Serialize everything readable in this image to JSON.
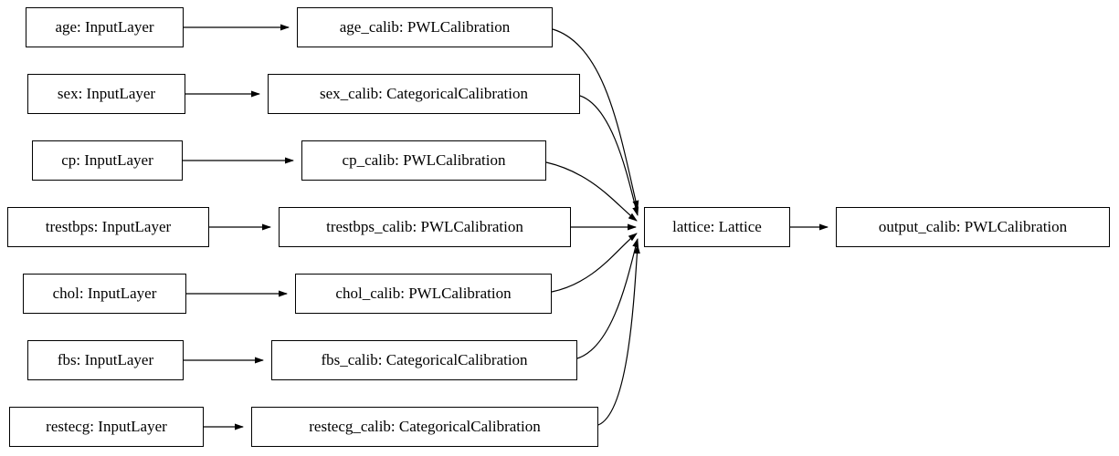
{
  "nodes": {
    "age": {
      "label": "age: InputLayer",
      "type": "InputLayer"
    },
    "age_calib": {
      "label": "age_calib: PWLCalibration",
      "type": "PWLCalibration"
    },
    "sex": {
      "label": "sex: InputLayer",
      "type": "InputLayer"
    },
    "sex_calib": {
      "label": "sex_calib: CategoricalCalibration",
      "type": "CategoricalCalibration"
    },
    "cp": {
      "label": "cp: InputLayer",
      "type": "InputLayer"
    },
    "cp_calib": {
      "label": "cp_calib: PWLCalibration",
      "type": "PWLCalibration"
    },
    "trestbps": {
      "label": "trestbps: InputLayer",
      "type": "InputLayer"
    },
    "trestbps_calib": {
      "label": "trestbps_calib: PWLCalibration",
      "type": "PWLCalibration"
    },
    "chol": {
      "label": "chol: InputLayer",
      "type": "InputLayer"
    },
    "chol_calib": {
      "label": "chol_calib: PWLCalibration",
      "type": "PWLCalibration"
    },
    "fbs": {
      "label": "fbs: InputLayer",
      "type": "InputLayer"
    },
    "fbs_calib": {
      "label": "fbs_calib: CategoricalCalibration",
      "type": "CategoricalCalibration"
    },
    "restecg": {
      "label": "restecg: InputLayer",
      "type": "InputLayer"
    },
    "restecg_calib": {
      "label": "restecg_calib: CategoricalCalibration",
      "type": "CategoricalCalibration"
    },
    "lattice": {
      "label": "lattice: Lattice",
      "type": "Lattice"
    },
    "output_calib": {
      "label": "output_calib: PWLCalibration",
      "type": "PWLCalibration"
    }
  },
  "edges": [
    {
      "from": "age",
      "to": "age_calib"
    },
    {
      "from": "sex",
      "to": "sex_calib"
    },
    {
      "from": "cp",
      "to": "cp_calib"
    },
    {
      "from": "trestbps",
      "to": "trestbps_calib"
    },
    {
      "from": "chol",
      "to": "chol_calib"
    },
    {
      "from": "fbs",
      "to": "fbs_calib"
    },
    {
      "from": "restecg",
      "to": "restecg_calib"
    },
    {
      "from": "age_calib",
      "to": "lattice"
    },
    {
      "from": "sex_calib",
      "to": "lattice"
    },
    {
      "from": "cp_calib",
      "to": "lattice"
    },
    {
      "from": "trestbps_calib",
      "to": "lattice"
    },
    {
      "from": "chol_calib",
      "to": "lattice"
    },
    {
      "from": "fbs_calib",
      "to": "lattice"
    },
    {
      "from": "restecg_calib",
      "to": "lattice"
    },
    {
      "from": "lattice",
      "to": "output_calib"
    }
  ],
  "colors": {
    "background": "#ffffff",
    "node_fill": "#ffffff",
    "node_border": "#000000",
    "edge": "#000000",
    "text": "#000000"
  }
}
